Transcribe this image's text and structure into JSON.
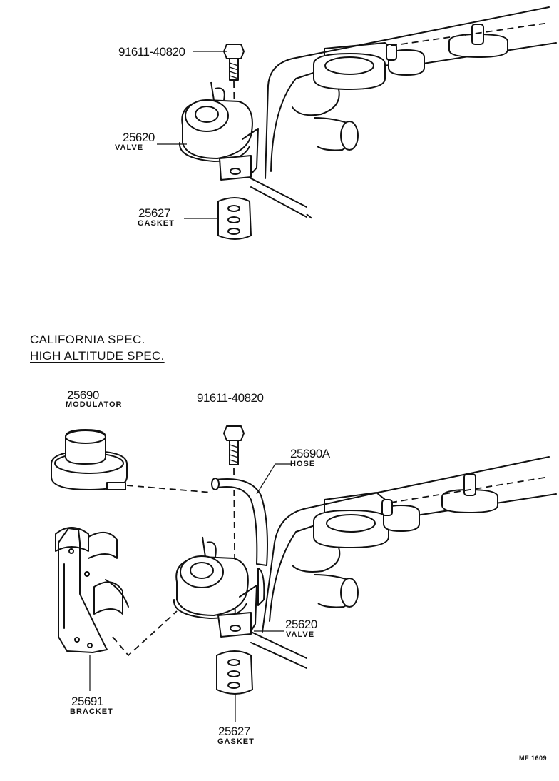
{
  "top": {
    "bolt": {
      "part_no": "91611-40820"
    },
    "valve": {
      "part_no": "25620",
      "name": "VALVE"
    },
    "gasket": {
      "part_no": "25627",
      "name": "GASKET"
    }
  },
  "bottom": {
    "spec_line1": "CALIFORNIA SPEC.",
    "spec_line2": "HIGH ALTITUDE SPEC.",
    "modulator": {
      "part_no": "25690",
      "name": "MODULATOR"
    },
    "bolt": {
      "part_no": "91611-40820"
    },
    "hose": {
      "part_no": "25690A",
      "name": "HOSE"
    },
    "valve": {
      "part_no": "25620",
      "name": "VALVE"
    },
    "bracket": {
      "part_no": "25691",
      "name": "BRACKET"
    },
    "gasket": {
      "part_no": "25627",
      "name": "GASKET"
    }
  },
  "figure_code": "MF 1609"
}
